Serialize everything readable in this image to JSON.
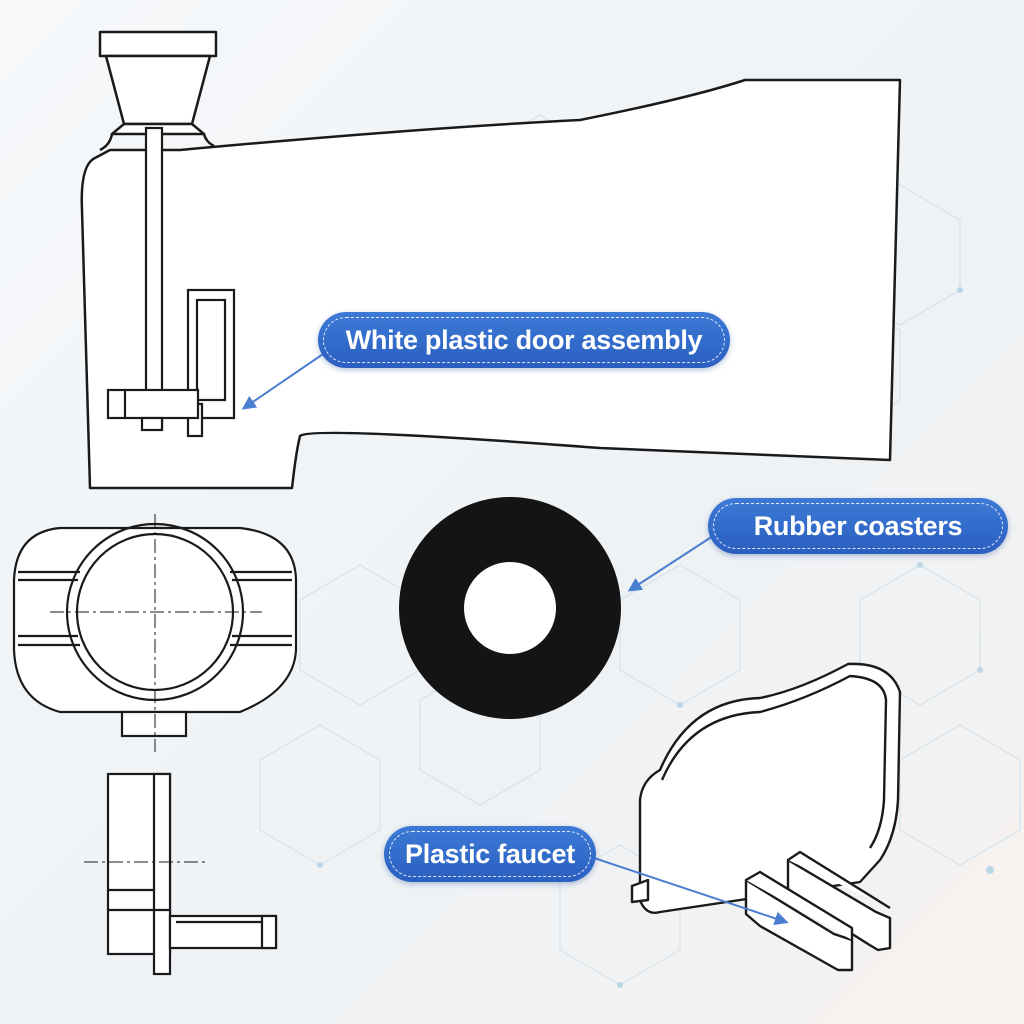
{
  "labels": {
    "door_assembly": "White plastic door assembly",
    "rubber_coasters": "Rubber coasters",
    "plastic_faucet": "Plastic faucet"
  },
  "colors": {
    "line": "#1a1a1a",
    "label_fill": "#2f68c9",
    "arrow": "#4a7fcf",
    "coaster": "#141414",
    "hex_pattern": "#d6e4ee"
  },
  "icons": {
    "arrow": "arrow-icon"
  }
}
